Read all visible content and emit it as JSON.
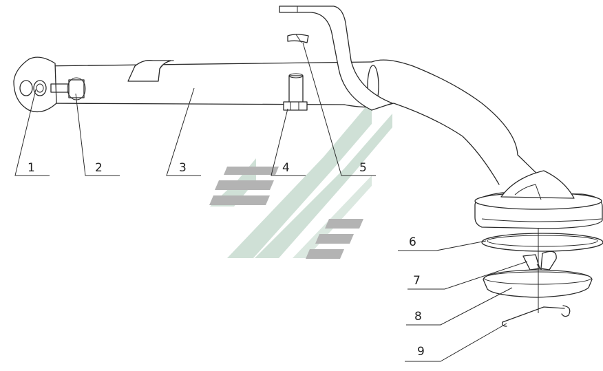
{
  "diagram": {
    "callouts": [
      {
        "label": "1"
      },
      {
        "label": "2"
      },
      {
        "label": "3"
      },
      {
        "label": "4"
      },
      {
        "label": "5"
      },
      {
        "label": "6"
      },
      {
        "label": "7"
      },
      {
        "label": "8"
      },
      {
        "label": "9"
      }
    ]
  },
  "colors": {
    "line": "#2a2a2a",
    "watermark_gray": "#b3b3b3",
    "watermark_green": "#cfe0d6",
    "background": "#ffffff"
  }
}
